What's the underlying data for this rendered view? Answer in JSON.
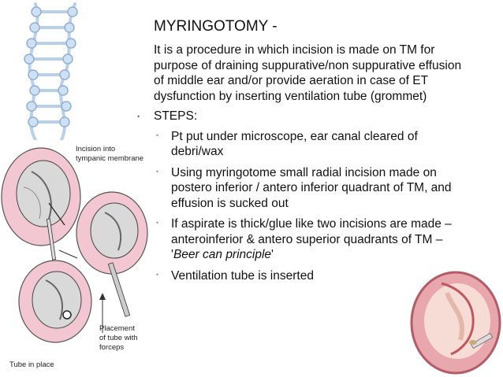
{
  "slide": {
    "title": "MYRINGOTOMY -",
    "intro": "It is a procedure in which incision is made on TM for purpose of draining suppurative/non suppurative effusion of middle ear and/or provide aeration in case of ET dysfunction by inserting ventilation tube (grommet)",
    "steps_heading": "STEPS:",
    "steps": [
      {
        "text": "Pt put under microscope, ear canal cleared of debri/wax"
      },
      {
        "text": "Using myringotome small radial incision made on postero inferior / antero inferior quadrant of TM, and effusion is sucked out"
      },
      {
        "text_before": "If aspirate is thick/glue like two incisions are made – anteroinferior & antero superior quadrants of TM – '",
        "emphasis": "Beer can principle",
        "text_after": "'"
      },
      {
        "text": "Ventilation tube is inserted"
      }
    ]
  },
  "illustration": {
    "label_incision_line1": "Incision into",
    "label_incision_line2": "tympanic membrane",
    "label_placement_line1": "Placement",
    "label_placement_line2": "of tube with",
    "label_placement_line3": "forceps",
    "label_tube": "Tube in place"
  },
  "colors": {
    "text": "#111111",
    "pink_rim": "#e9a9b8",
    "dna_blue": "#9fbfe0"
  }
}
